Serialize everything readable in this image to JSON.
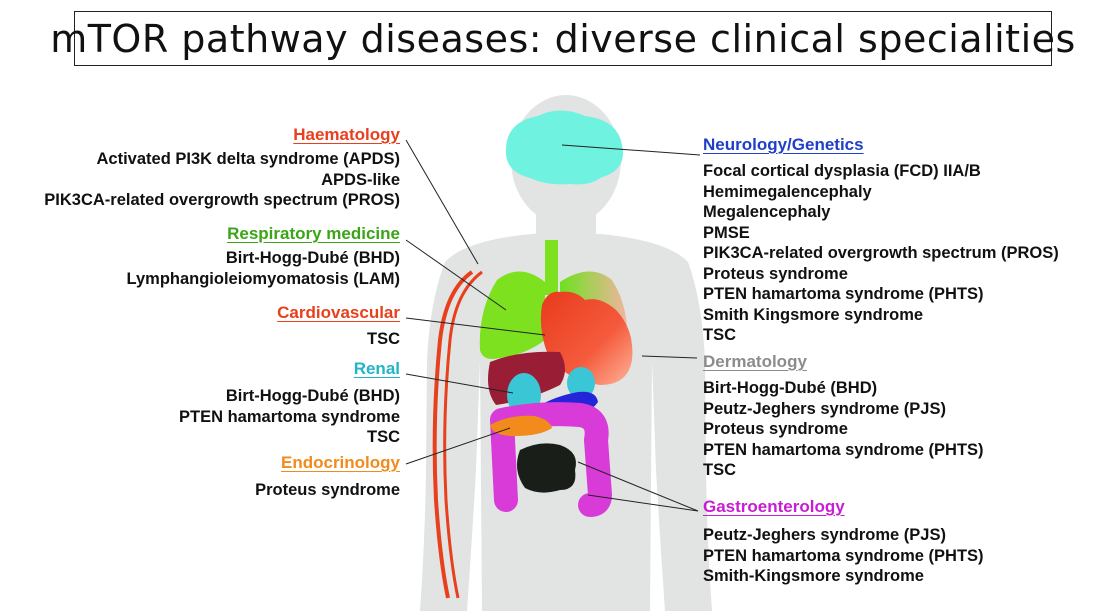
{
  "title": "mTOR pathway diseases: diverse clinical specialities",
  "colors": {
    "haematology": "#e8401c",
    "respiratory": "#3aa515",
    "cardiovascular": "#e8401c",
    "renal": "#22b5c9",
    "endocrinology": "#f28a1c",
    "neurology": "#1f3fc7",
    "dermatology": "#8c8c8c",
    "gastroenterology": "#c81ed2",
    "body": "#e1e4e3"
  },
  "specialities": {
    "haematology": {
      "heading": "Haematology",
      "items": [
        "Activated PI3K delta syndrome (APDS)",
        "APDS-like",
        "PIK3CA-related overgrowth spectrum (PROS)"
      ]
    },
    "respiratory": {
      "heading": "Respiratory medicine",
      "items": [
        "Birt-Hogg-Dubé (BHD)",
        "Lymphangioleiomyomatosis (LAM)"
      ]
    },
    "cardiovascular": {
      "heading": "Cardiovascular",
      "items": [
        "TSC"
      ]
    },
    "renal": {
      "heading": "Renal",
      "items": [
        "Birt-Hogg-Dubé (BHD)",
        "PTEN hamartoma syndrome",
        "TSC"
      ]
    },
    "endocrinology": {
      "heading": "Endocrinology",
      "items": [
        "Proteus syndrome"
      ]
    },
    "neurology": {
      "heading": "Neurology/Genetics",
      "items": [
        "Focal cortical dysplasia (FCD) IIA/B",
        "Hemimegalencephaly",
        "Megalencephaly",
        "PMSE",
        "PIK3CA-related overgrowth spectrum (PROS)",
        "Proteus syndrome",
        "PTEN hamartoma syndrome (PHTS)",
        "Smith Kingsmore syndrome",
        "TSC"
      ]
    },
    "dermatology": {
      "heading": "Dermatology",
      "items": [
        "Birt-Hogg-Dubé (BHD)",
        "Peutz-Jeghers syndrome (PJS)",
        "Proteus syndrome",
        "PTEN hamartoma syndrome (PHTS)",
        "TSC"
      ]
    },
    "gastroenterology": {
      "heading": "Gastroenterology",
      "items": [
        "Peutz-Jeghers syndrome (PJS)",
        "PTEN hamartoma syndrome (PHTS)",
        "Smith-Kingsmore syndrome"
      ]
    }
  }
}
